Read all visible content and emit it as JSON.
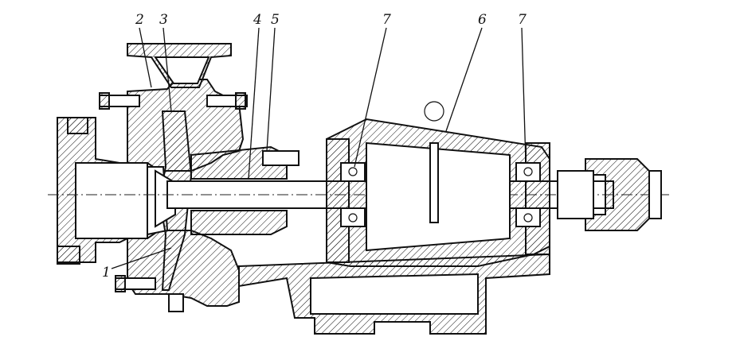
{
  "labels": {
    "l1": "1",
    "l2": "2",
    "l3": "3",
    "l4": "4",
    "l5": "5",
    "l6": "6",
    "l7a": "7",
    "l7b": "7"
  },
  "colors": {
    "line": "#111111",
    "background": "#ffffff"
  }
}
